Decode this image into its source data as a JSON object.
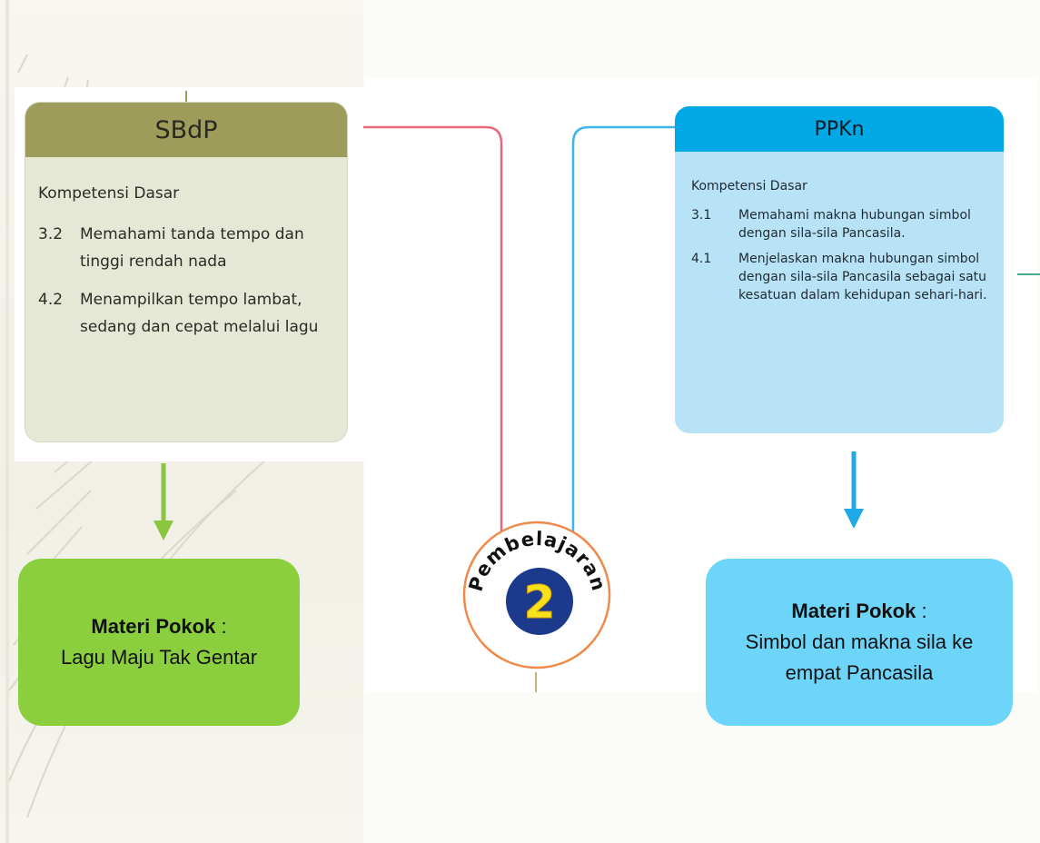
{
  "sbdp": {
    "title": "SBdP",
    "kd_heading": "Kompetensi Dasar",
    "items": [
      {
        "num": "3.2",
        "text": "Memahami tanda tempo dan tinggi rendah nada"
      },
      {
        "num": "4.2",
        "text": "Menampilkan tempo lambat, sedang dan cepat melalui lagu"
      }
    ],
    "materi_label": "Materi Pokok",
    "materi_colon": " :",
    "materi_text": "Lagu Maju Tak Gentar"
  },
  "ppkn": {
    "title": "PPKn",
    "kd_heading": "Kompetensi Dasar",
    "items": [
      {
        "num": "3.1",
        "text": "Memahami makna hubungan simbol dengan sila-sila Pancasila."
      },
      {
        "num": "4.1",
        "text": "Menjelaskan makna hubungan simbol dengan sila-sila Pancasila sebagai satu kesatuan dalam kehidupan sehari-hari."
      }
    ],
    "materi_label": "Materi Pokok",
    "materi_colon": " :",
    "materi_text": "Simbol dan makna sila ke empat Pancasila"
  },
  "badge": {
    "word": "Pembelajaran",
    "number": "2"
  },
  "colors": {
    "sbdp_header": "#9d9c5a",
    "sbdp_body": "#e5e8d4",
    "ppkn_header": "#00a9e6",
    "ppkn_body": "#b8e3f6",
    "materi_left": "#8bcf3e",
    "materi_right": "#6dd5f9",
    "connector_red": "#e8697c",
    "connector_blue": "#3fb4ea",
    "arrow_green": "#8bc53f",
    "arrow_blue": "#1fa9e6",
    "badge_ring": "#f08a4b",
    "badge_center": "#1b3a8c",
    "badge_number": "#f7e21a"
  }
}
